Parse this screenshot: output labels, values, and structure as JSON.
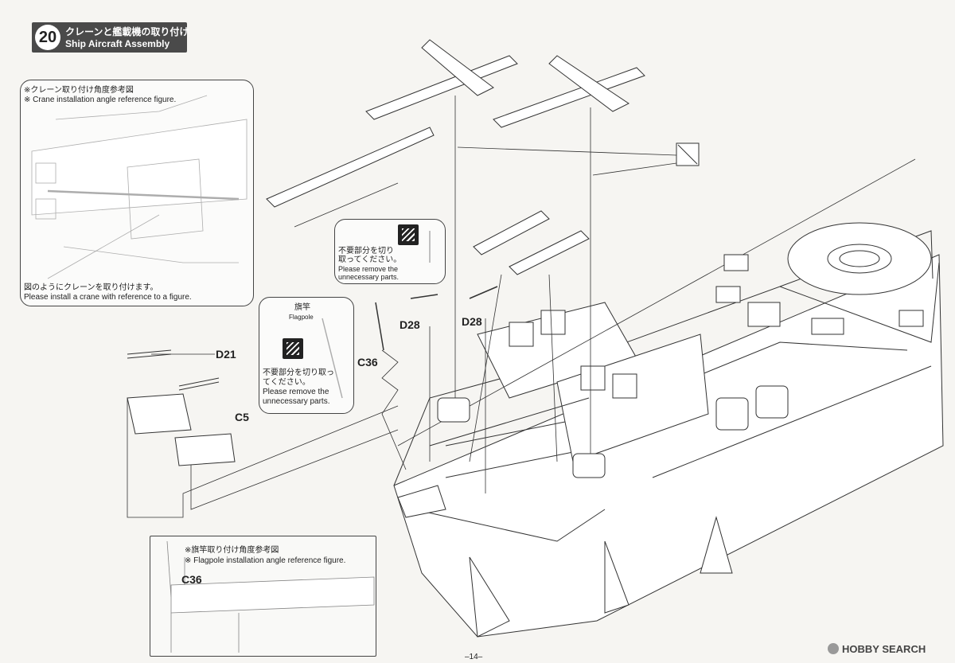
{
  "step": {
    "number": "20",
    "title_jp": "クレーンと艦載機の取り付け",
    "title_en": "Ship Aircraft Assembly"
  },
  "crane_note": {
    "title_jp": "※クレーン取り付け角度参考図",
    "title_en": "※ Crane installation angle reference figure.",
    "instruction_jp": "図のようにクレーンを取り付けます。",
    "instruction_en": "Please install a crane with reference to a figure."
  },
  "flagpole_note": {
    "label_jp": "旗竿",
    "label_en": "Flagpole",
    "remove_jp_1": "不要部分を切り取っ",
    "remove_jp_2": "てください。",
    "remove_en_1": "Please remove the",
    "remove_en_2": "unnecessary parts."
  },
  "d28_note": {
    "remove_jp_1": "不要部分を切り",
    "remove_jp_2": "取ってください。",
    "remove_en_1": "Please remove the",
    "remove_en_2": "unnecessary parts."
  },
  "flagpole_angle_note": {
    "title_jp": "※旗竿取り付け角度参考図",
    "title_en": "※ Flagpole installation angle reference  figure.",
    "part": "C36"
  },
  "parts": {
    "d21": "D21",
    "c5": "C5",
    "c36": "C36",
    "d28_a": "D28",
    "d28_b": "D28"
  },
  "page_number": "–14–",
  "watermark": "HOBBY SEARCH"
}
